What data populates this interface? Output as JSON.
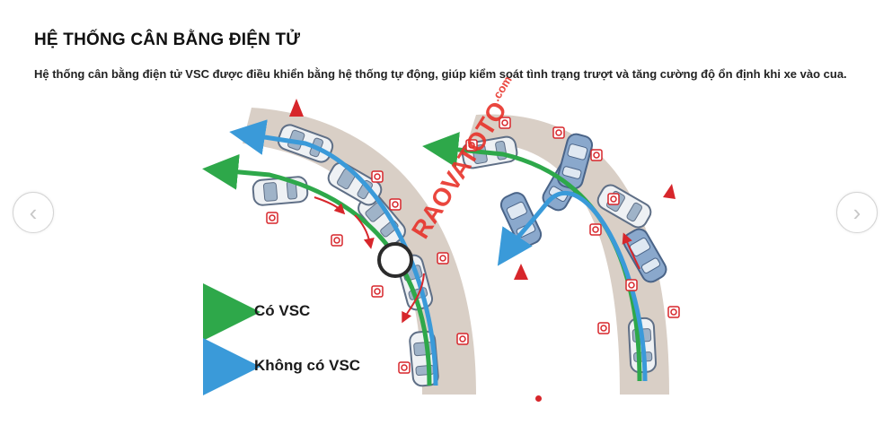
{
  "heading": "HỆ THỐNG CÂN BẰNG ĐIỆN TỬ",
  "description": "Hệ thống cân bằng điện tử VSC được điều khiển bằng hệ thống tự động, giúp kiểm soát tình trạng trượt và tăng cường độ ổn định khi xe vào cua.",
  "legend": {
    "with_vsc": "Có VSC",
    "without_vsc": "Không có VSC"
  },
  "watermark": {
    "part1": "RAOVATOTO",
    "part2": ".com"
  },
  "carousel": {
    "prev_glyph": "‹",
    "next_glyph": "›"
  },
  "colors": {
    "green_arrow": "#2ea84a",
    "blue_arrow": "#3a9ad9",
    "road": "#d9cfc6",
    "red": "#d7262b",
    "active_dot": "#d7262b"
  }
}
